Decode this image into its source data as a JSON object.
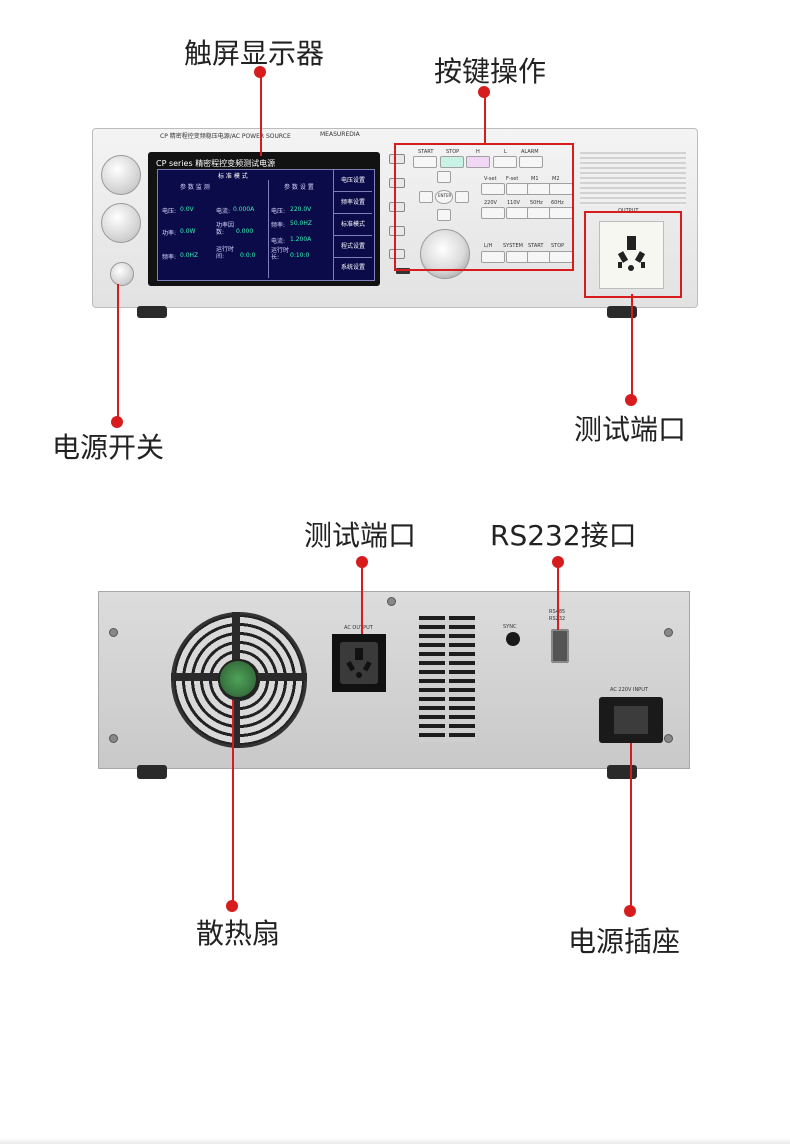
{
  "callouts": {
    "touchscreen": "触屏显示器",
    "keypad": "按键操作",
    "power_switch": "电源开关",
    "test_port_front": "测试端口",
    "test_port_rear": "测试端口",
    "rs232": "RS232接口",
    "fan": "散热扇",
    "power_socket": "电源插座"
  },
  "front_panel": {
    "model_header": "CP 精密程控变频稳压电源/AC POWER SOURCE",
    "brand": "MEASUREDIA",
    "screen_title": "CP series 精密程控变频测试电源",
    "lcd": {
      "mode_title": "标 准 模 式",
      "monitor_header": "参 数 监 测",
      "settings_header": "参 数 设 置",
      "voltage_label": "电压:",
      "voltage_value": "0.0V",
      "current_label": "电流:",
      "current_value": "0.000A",
      "power_label": "功率:",
      "power_value": "0.0W",
      "pf_label": "功率因数:",
      "pf_value": "0.000",
      "freq_label": "频率:",
      "freq_value": "0.0HZ",
      "runtime_label": "运行时间:",
      "runtime_value": "0:0:0",
      "set_voltage_label": "电压:",
      "set_voltage_value": "220.0V",
      "set_freq_label": "频率:",
      "set_freq_value": "50.0HZ",
      "set_current_label": "电流:",
      "set_current_value": "1.200A",
      "set_runtime_label": "运行时长:",
      "set_runtime_value": "0:10:0"
    },
    "side_menu": [
      "电压设置",
      "频率设置",
      "标准模式",
      "程式设置",
      "系统设置"
    ],
    "key_labels_row1": [
      "START",
      "STOP",
      "H",
      "L",
      "ALARM"
    ],
    "key_labels_row2": [
      "V-set",
      "F-set",
      "M1",
      "M2"
    ],
    "key_labels_row3": [
      "220V",
      "110V",
      "50Hz",
      "60Hz"
    ],
    "key_labels_row4": [
      "L/H",
      "SYSTEM",
      "START",
      "STOP"
    ],
    "enter_label": "ENTER",
    "output_label": "OUTPUT"
  },
  "rear_panel": {
    "ac_output_label": "AC OUTPUT",
    "sync_label": "SYNC",
    "rs485_label": "RS485",
    "rs232_label": "RS232",
    "ac_input_label": "AC 220V INPUT"
  },
  "colors": {
    "callout_red": "#d61c1c",
    "lcd_bg": "#0b0b4a",
    "lcd_value": "#37f0b0"
  }
}
